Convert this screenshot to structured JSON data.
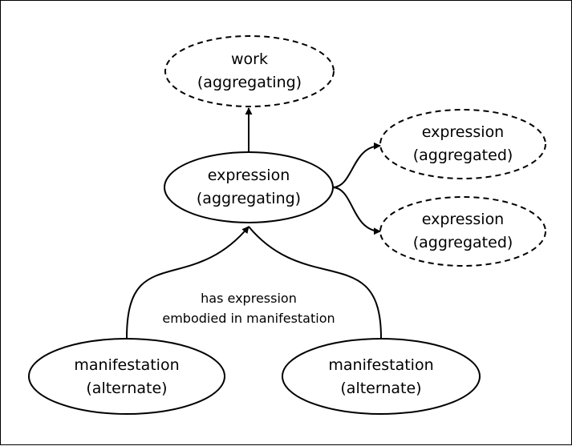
{
  "nodes": {
    "work": {
      "line1": "work",
      "line2": "(aggregating)",
      "style": "dashed"
    },
    "expression_aggregating": {
      "line1": "expression",
      "line2": "(aggregating)",
      "style": "solid"
    },
    "expression_aggregated_1": {
      "line1": "expression",
      "line2": "(aggregated)",
      "style": "dashed"
    },
    "expression_aggregated_2": {
      "line1": "expression",
      "line2": "(aggregated)",
      "style": "dashed"
    },
    "manifestation_1": {
      "line1": "manifestation",
      "line2": "(alternate)",
      "style": "solid"
    },
    "manifestation_2": {
      "line1": "manifestation",
      "line2": "(alternate)",
      "style": "solid"
    }
  },
  "edge_label": {
    "line1": "has expression",
    "line2": "embodied in manifestation"
  }
}
